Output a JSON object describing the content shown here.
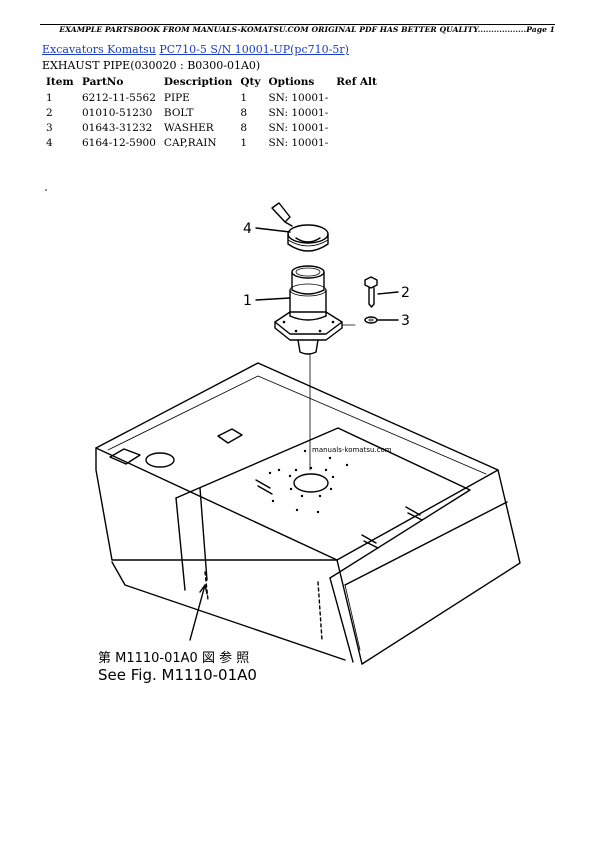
{
  "header": {
    "text": "EXAMPLE PARTSBOOK FROM MANUALS-KOMATSU.COM ORIGINAL PDF HAS BETTER QUALITY..................Page 1"
  },
  "breadcrumb": {
    "link1": "Excavators Komatsu",
    "link2": "PC710-5 S/N 10001-UP(pc710-5r)"
  },
  "subtitle": "EXHAUST PIPE(030020 : B0300-01A0)",
  "table": {
    "headers": [
      "Item",
      "PartNo",
      "Description",
      "Qty",
      "Options",
      "Ref Alt"
    ],
    "rows": [
      [
        "1",
        "6212-11-5562",
        "PIPE",
        "1",
        "SN: 10001-",
        ""
      ],
      [
        "2",
        "01010-51230",
        "BOLT",
        "8",
        "SN: 10001-",
        ""
      ],
      [
        "3",
        "01643-31232",
        "WASHER",
        "8",
        "SN: 10001-",
        ""
      ],
      [
        "4",
        "6164-12-5900",
        "CAP,RAIN",
        "1",
        "SN: 10001-",
        ""
      ]
    ]
  },
  "drawing": {
    "callouts": [
      "4",
      "1",
      "2",
      "3"
    ],
    "watermark": "manuals-komatsu.com",
    "ref_jp": "第 M1110-01A0 図 参 照",
    "ref_en": "See Fig. M1110-01A0"
  }
}
